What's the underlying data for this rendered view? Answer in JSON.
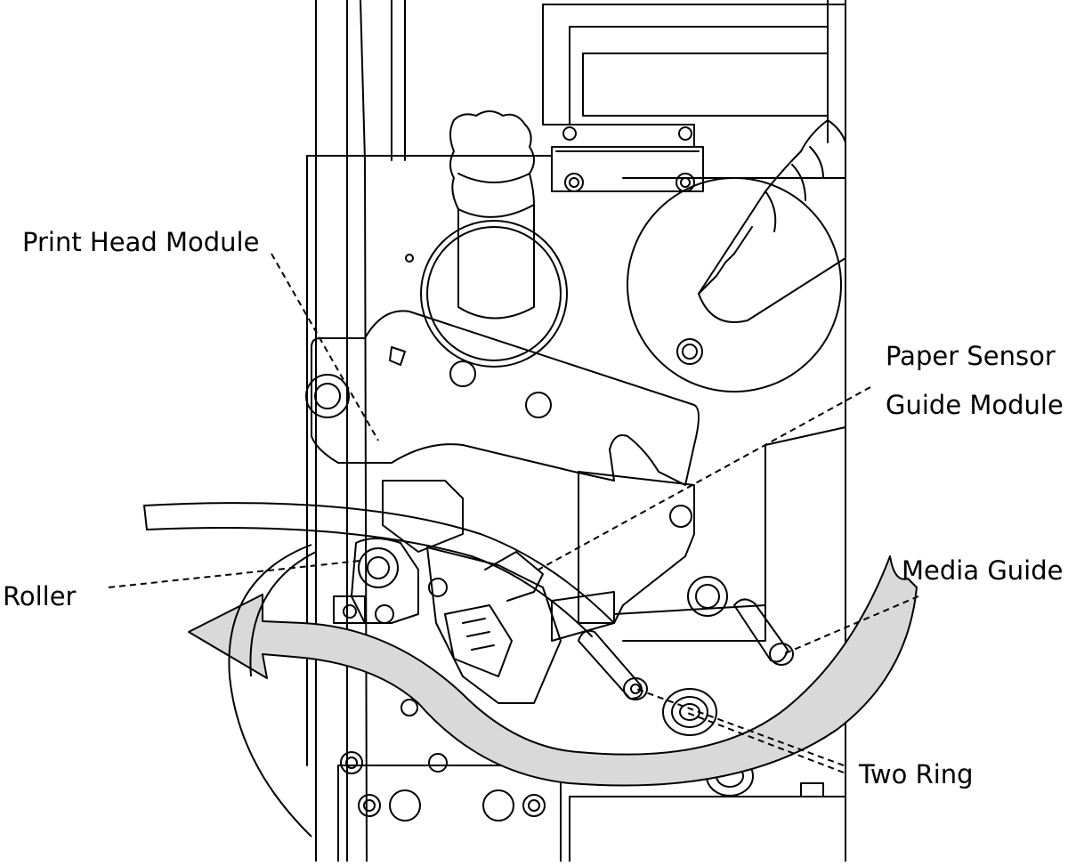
{
  "labels": {
    "print_head_module": "Print Head Module",
    "paper_sensor_line1": "Paper Sensor",
    "paper_sensor_line2": "Guide Module",
    "media_guide": "Media Guide",
    "roller": "Roller",
    "two_ring": "Two Ring"
  },
  "colors": {
    "line": "#000000",
    "background": "#ffffff",
    "media_path": "#d9d9d9"
  }
}
